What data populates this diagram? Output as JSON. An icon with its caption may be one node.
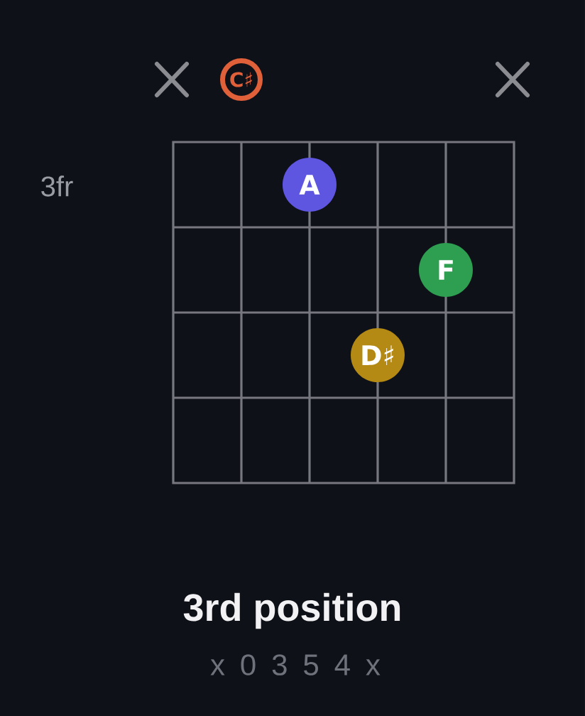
{
  "diagram": {
    "title": "3rd position",
    "caption": "x 0 3 5 4 x",
    "nodes": [
      {
        "text": [
          "C♯"
        ]
      },
      {
        "text": [
          "A"
        ]
      },
      {
        "text": [
          "F"
        ]
      },
      {
        "text": [
          "D♯"
        ]
      }
    ],
    "labels": [
      "3fr"
    ]
  }
}
